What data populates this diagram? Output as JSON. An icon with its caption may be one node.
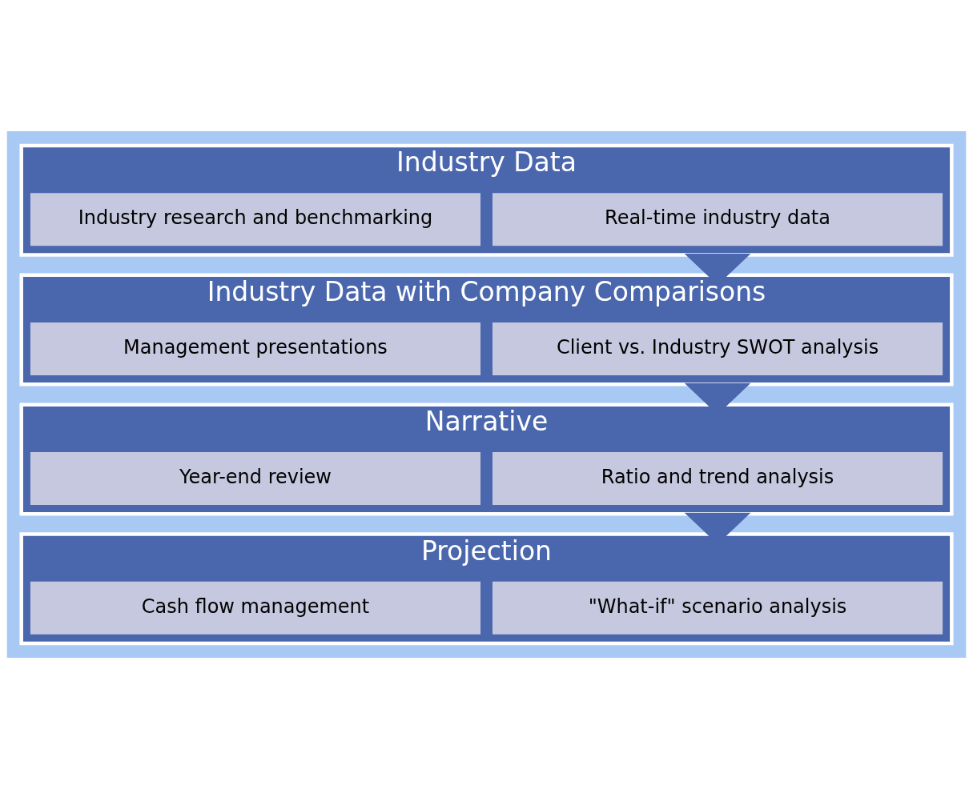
{
  "diagram": {
    "nodes": [
      {
        "text": [
          "Industry Data"
        ]
      },
      {
        "text": [
          "Real-time industry data"
        ],
        "in": 0
      },
      {
        "text": [
          "Industry research and benchmarking"
        ],
        "in": 0
      },
      {
        "text": [
          "Industry Data with Company Comparisons"
        ]
      },
      {
        "text": [
          "Client vs. Industry SWOT analysis"
        ],
        "in": 3
      },
      {
        "text": [
          "Management presentations"
        ],
        "in": 3
      },
      {
        "text": [
          "Narrative"
        ]
      },
      {
        "text": [
          "Ratio and trend analysis"
        ],
        "in": 6
      },
      {
        "text": [
          "Year-end review"
        ],
        "in": 6
      },
      {
        "text": [
          "Projection"
        ]
      },
      {
        "text": [
          "\"What-if\" scenario analysis"
        ],
        "in": 9
      },
      {
        "text": [
          "Cash flow management"
        ],
        "in": 9
      }
    ],
    "edges": [
      {
        "from": 0,
        "to": 3,
        "arrow": "to"
      },
      {
        "from": 3,
        "to": 6,
        "arrow": "to"
      },
      {
        "from": 6,
        "to": 9,
        "arrow": "to"
      }
    ]
  }
}
